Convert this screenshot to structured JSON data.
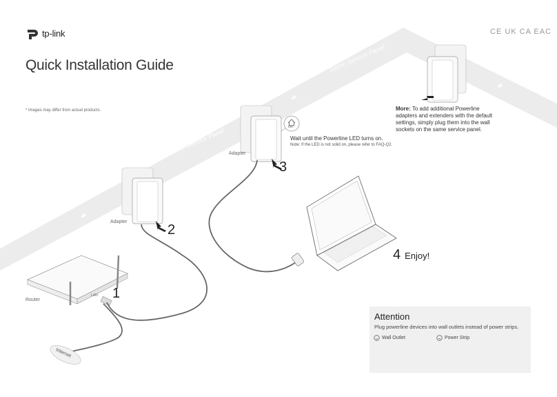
{
  "brand": {
    "name": "tp-link"
  },
  "title": "Quick Installation Guide",
  "disclaimer": "* Images may differ from actual products.",
  "certifications": "CE UK CA EAC",
  "panel_labels": [
    "Same Service Panel",
    "Same Service Panel"
  ],
  "devices": {
    "router": "Router",
    "lan": "LAN",
    "internet": "Internet",
    "adapter_left": "Adapter",
    "adapter_right": "Adapter",
    "on_indicator": "On"
  },
  "steps": [
    {
      "num": "1"
    },
    {
      "num": "2"
    },
    {
      "num": "3",
      "text": "Wait until the Powerline LED turns on.",
      "note": "Note: If the LED is not solid on, please refer to FAQ-Q2."
    },
    {
      "num": "4",
      "text": "Enjoy!"
    }
  ],
  "more": {
    "label": "More:",
    "text": "To add additional Powerline adapters and extenders with the default settings, simply plug them into the wall sockets on the same service panel."
  },
  "attention": {
    "title": "Attention",
    "description": "Plug powerline devices into wall outlets instead of power strips.",
    "options": [
      {
        "label": "Wall Outlet",
        "icon": "smile-icon"
      },
      {
        "label": "Power Strip",
        "icon": "frown-icon"
      }
    ]
  }
}
